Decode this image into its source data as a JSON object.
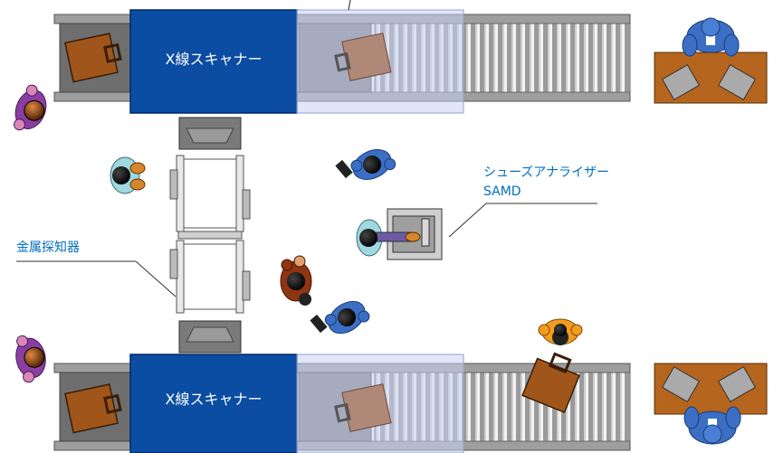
{
  "scanner_top": {
    "label": "X線スキャナー"
  },
  "scanner_bottom": {
    "label": "X線スキャナー"
  },
  "shoe_analyzer": {
    "label_line1": "シューズアナライザー",
    "label_line2": "SAMD"
  },
  "metal_detector": {
    "label": "金属探知器"
  },
  "colors": {
    "scanner_blue": "#0b4da2",
    "roller_gray": "#a9a9a9",
    "desk_brown": "#b5651d",
    "bag_brown": "#a0561a",
    "label_blue": "#0070c0",
    "overlay": "#c9d3f2"
  }
}
